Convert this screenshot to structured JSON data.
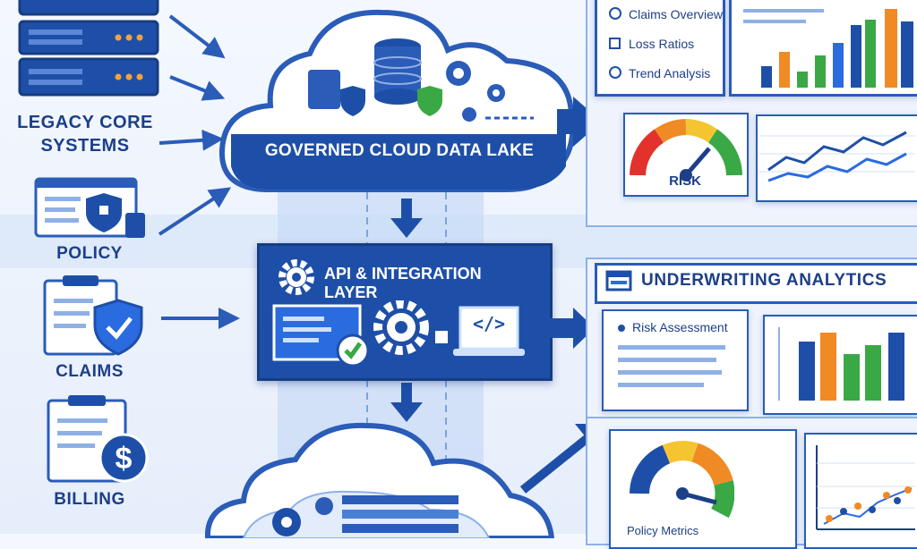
{
  "sources": {
    "legacy": "LEGACY CORE\nSYSTEMS",
    "policy": "POLICY",
    "claims": "CLAIMS",
    "billing": "BILLING"
  },
  "cloud": {
    "title": "GOVERNED CLOUD DATA LAKE"
  },
  "api": {
    "title": "API & INTEGRATION LAYER",
    "code_glyph": "</>"
  },
  "dash_top": {
    "items": [
      "Claims Overview",
      "Loss Ratios",
      "Trend Analysis"
    ],
    "gauge_label": "RISK"
  },
  "underwriting": {
    "title": "UNDERWRITING ANALYTICS",
    "item": "Risk Assessment"
  },
  "bottom": {
    "metrics_label": "Policy Metrics"
  },
  "colors": {
    "primary": "#2a5cb8",
    "dark": "#1c3f88",
    "green": "#3aa845",
    "orange": "#f08a24"
  }
}
